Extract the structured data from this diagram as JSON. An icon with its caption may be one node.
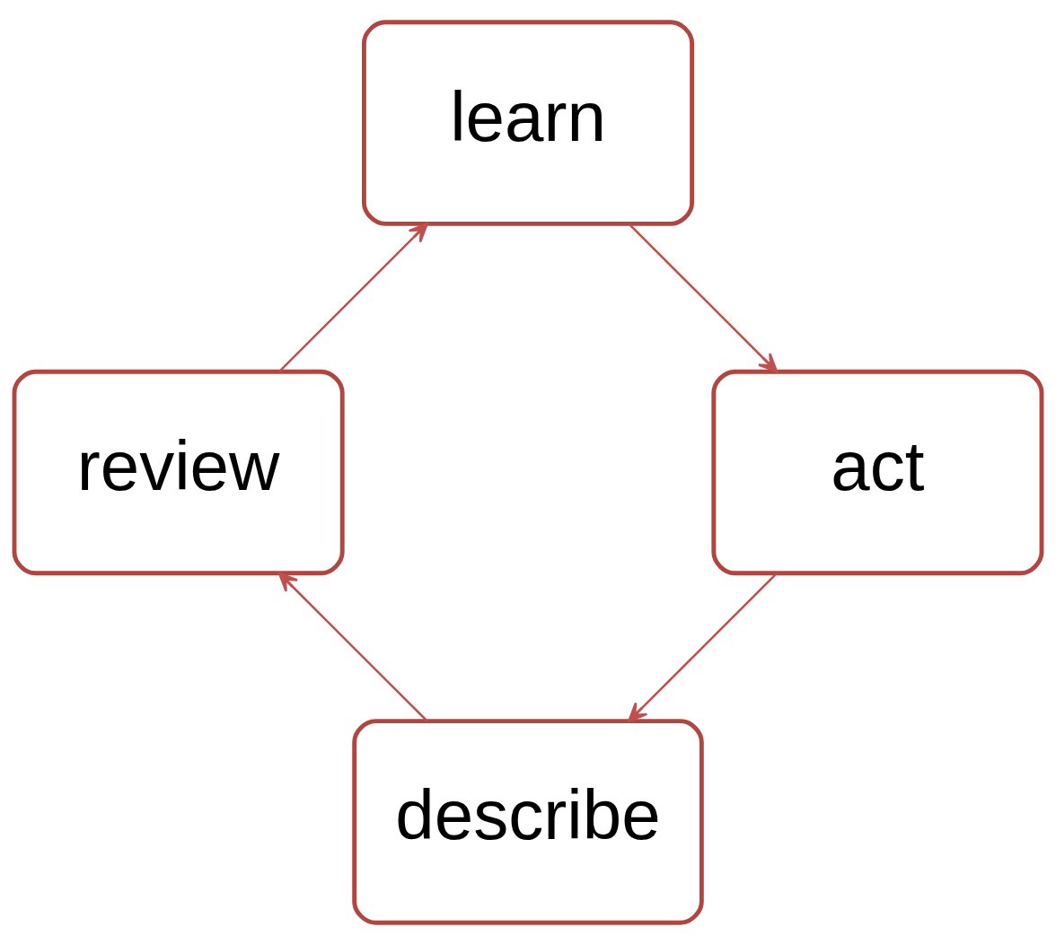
{
  "diagram": {
    "nodes": [
      {
        "text": [
          "describe"
        ]
      },
      {
        "text": [
          "review"
        ]
      },
      {
        "text": [
          "learn"
        ]
      },
      {
        "text": [
          "act"
        ]
      }
    ],
    "edges": [
      {
        "from": 0,
        "to": 1,
        "arrow": "to"
      },
      {
        "from": 1,
        "to": 2,
        "arrow": "to"
      },
      {
        "from": 2,
        "to": 3,
        "arrow": "to"
      },
      {
        "from": 3,
        "to": 0,
        "arrow": "to"
      }
    ]
  }
}
